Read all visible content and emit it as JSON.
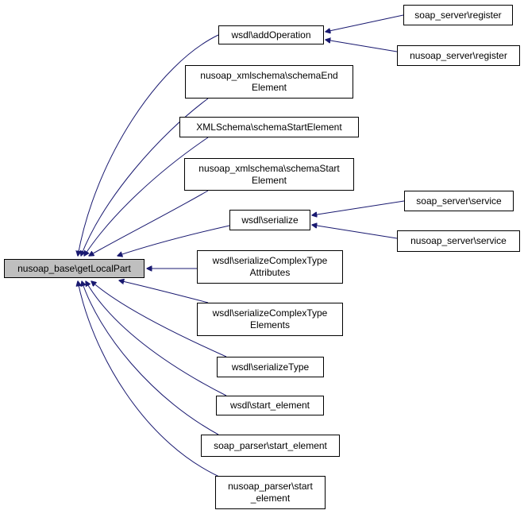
{
  "graph": {
    "edge_color": "#191970",
    "root_fill": "#bfbfbf",
    "root": {
      "label": "nusoap_base\\getLocalPart"
    },
    "callers": [
      {
        "id": "wsdl_addOperation",
        "lines": [
          "wsdl\\addOperation"
        ]
      },
      {
        "id": "nusoap_xmlschema_schemaEndElement",
        "lines": [
          "nusoap_xmlschema\\schemaEnd",
          "Element"
        ]
      },
      {
        "id": "XMLSchema_schemaStartElement",
        "lines": [
          "XMLSchema\\schemaStartElement"
        ]
      },
      {
        "id": "nusoap_xmlschema_schemaStartElement",
        "lines": [
          "nusoap_xmlschema\\schemaStart",
          "Element"
        ]
      },
      {
        "id": "wsdl_serialize",
        "lines": [
          "wsdl\\serialize"
        ]
      },
      {
        "id": "wsdl_serializeComplexTypeAttributes",
        "lines": [
          "wsdl\\serializeComplexType",
          "Attributes"
        ]
      },
      {
        "id": "wsdl_serializeComplexTypeElements",
        "lines": [
          "wsdl\\serializeComplexType",
          "Elements"
        ]
      },
      {
        "id": "wsdl_serializeType",
        "lines": [
          "wsdl\\serializeType"
        ]
      },
      {
        "id": "wsdl_start_element",
        "lines": [
          "wsdl\\start_element"
        ]
      },
      {
        "id": "soap_parser_start_element",
        "lines": [
          "soap_parser\\start_element"
        ]
      },
      {
        "id": "nusoap_parser_start_element",
        "lines": [
          "nusoap_parser\\start",
          "_element"
        ]
      }
    ],
    "second_level": [
      {
        "id": "soap_server_register",
        "caller_of": "wsdl_addOperation",
        "lines": [
          "soap_server\\register"
        ]
      },
      {
        "id": "nusoap_server_register",
        "caller_of": "wsdl_addOperation",
        "lines": [
          "nusoap_server\\register"
        ]
      },
      {
        "id": "soap_server_service",
        "caller_of": "wsdl_serialize",
        "lines": [
          "soap_server\\service"
        ]
      },
      {
        "id": "nusoap_server_service",
        "caller_of": "wsdl_serialize",
        "lines": [
          "nusoap_server\\service"
        ]
      }
    ]
  }
}
